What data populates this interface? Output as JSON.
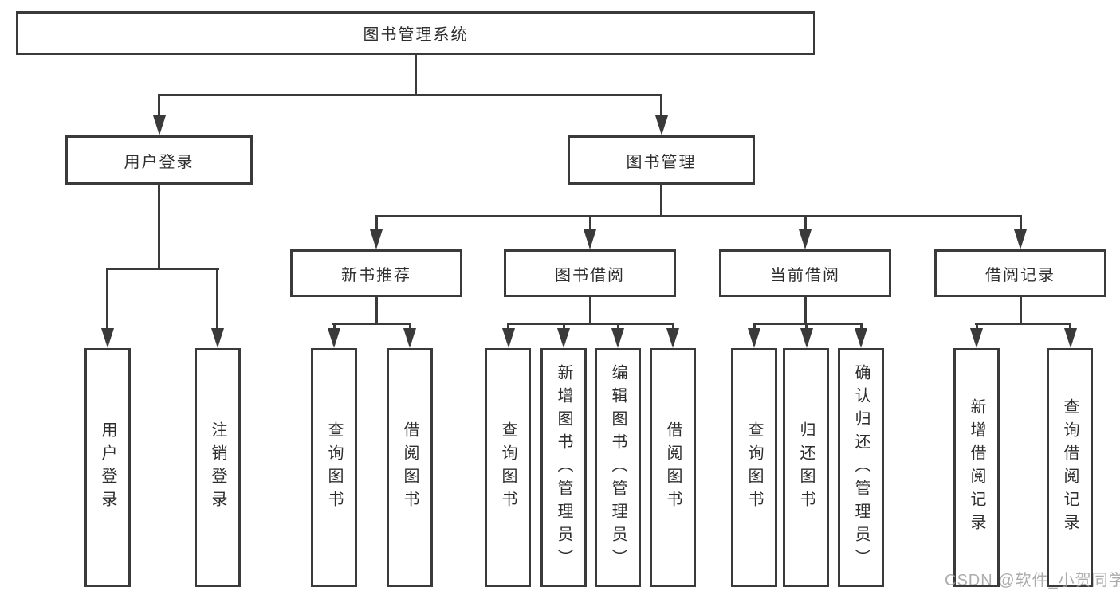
{
  "palette": {
    "line_color": "#3a3a3a",
    "box_border_color": "#3a3a3a",
    "text_color": "#2e2e2e",
    "watermark_color": "#9e9e9e",
    "background": "#ffffff"
  },
  "root": {
    "label": "图书管理系统"
  },
  "level2": [
    {
      "label": "用户登录"
    },
    {
      "label": "图书管理"
    }
  ],
  "login_children": [
    {
      "label": "用户登录"
    },
    {
      "label": "注销登录"
    }
  ],
  "sections": [
    {
      "label": "新书推荐",
      "children": [
        {
          "label": "查询图书"
        },
        {
          "label": "借阅图书"
        }
      ]
    },
    {
      "label": "图书借阅",
      "children": [
        {
          "label": "查询图书"
        },
        {
          "label": "新增图书（管理员）"
        },
        {
          "label": "编辑图书（管理员）"
        },
        {
          "label": "借阅图书"
        }
      ]
    },
    {
      "label": "当前借阅",
      "children": [
        {
          "label": "查询图书"
        },
        {
          "label": "归还图书"
        },
        {
          "label": "确认归还（管理员）"
        }
      ]
    },
    {
      "label": "借阅记录",
      "children": [
        {
          "label": "新增借阅记录"
        },
        {
          "label": "查询借阅记录"
        }
      ]
    }
  ],
  "watermark": "CSDN @软件_小贺同学"
}
